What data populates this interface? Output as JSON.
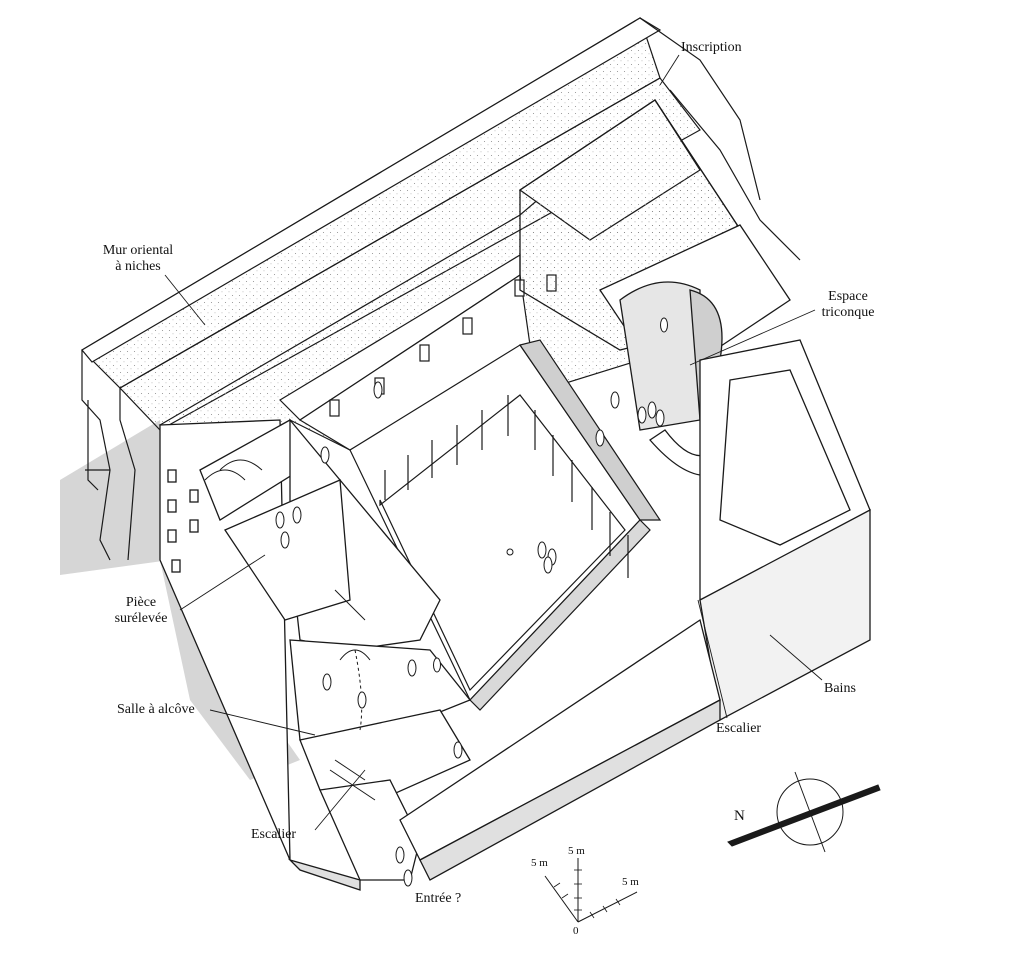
{
  "labels": {
    "inscription": "Inscription",
    "mur_oriental_line1": "Mur oriental",
    "mur_oriental_line2": "à niches",
    "espace_line1": "Espace",
    "espace_line2": "triconque",
    "piece_line1": "Pièce",
    "piece_line2": "surélevée",
    "salle_alcove": "Salle à alcôve",
    "bains": "Bains",
    "escalier_right": "Escalier",
    "escalier_left": "Escalier",
    "entree": "Entrée ?"
  },
  "scale": {
    "x_label": "5 m",
    "z_label": "5 m",
    "y_label": "5 m",
    "origin": "0"
  },
  "compass": {
    "north": "N"
  },
  "colors": {
    "line": "#1a1a1a",
    "wall_top": "#ffffff",
    "shade": "#d8d8d8",
    "shade_dark": "#bdbdbd",
    "stipple": "#8a8a8a"
  }
}
